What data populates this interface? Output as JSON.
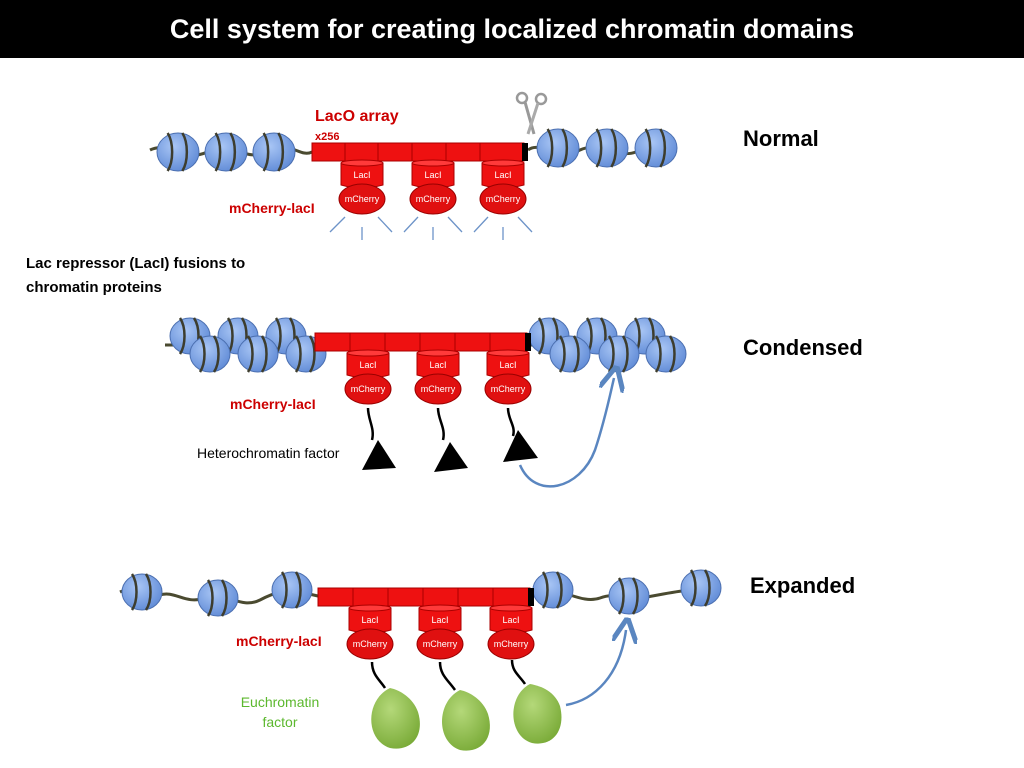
{
  "title": "Cell system for creating localized chromatin domains",
  "colors": {
    "laci_red": "#ee1111",
    "nucleosome_blue": "#7aa4e8",
    "arrow_blue": "#5a86c0",
    "euchromatin_green": "#8fc04a",
    "label_red": "#cc0000",
    "label_green": "#5cb82e"
  },
  "icons": [
    "scissors-icon",
    "heterochromatin-triangle-icon",
    "euchromatin-drop-icon",
    "nucleosome-icon"
  ],
  "laco_array": {
    "label": "LacO array",
    "count": "x256"
  },
  "side_note": {
    "line1": "Lac repressor (LacI) fusions to",
    "line2": "chromatin proteins"
  },
  "fusion_label": "mCherry-lacI",
  "laci_label": "LacI",
  "mcherry_label": "mCherry",
  "states": {
    "normal": {
      "label": "Normal"
    },
    "condensed": {
      "label": "Condensed",
      "factor": "Heterochromatin factor"
    },
    "expanded": {
      "label": "Expanded",
      "factor_line1": "Euchromatin",
      "factor_line2": "factor"
    }
  }
}
